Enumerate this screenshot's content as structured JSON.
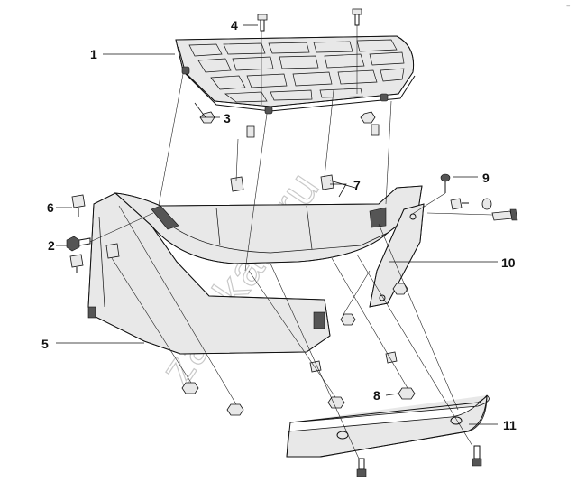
{
  "diagram": {
    "watermark": "zap-kam.ru",
    "corner_mark": "–",
    "part_labels": [
      "1",
      "2",
      "3",
      "4",
      "5",
      "6",
      "7",
      "8",
      "9",
      "10",
      "11"
    ]
  }
}
